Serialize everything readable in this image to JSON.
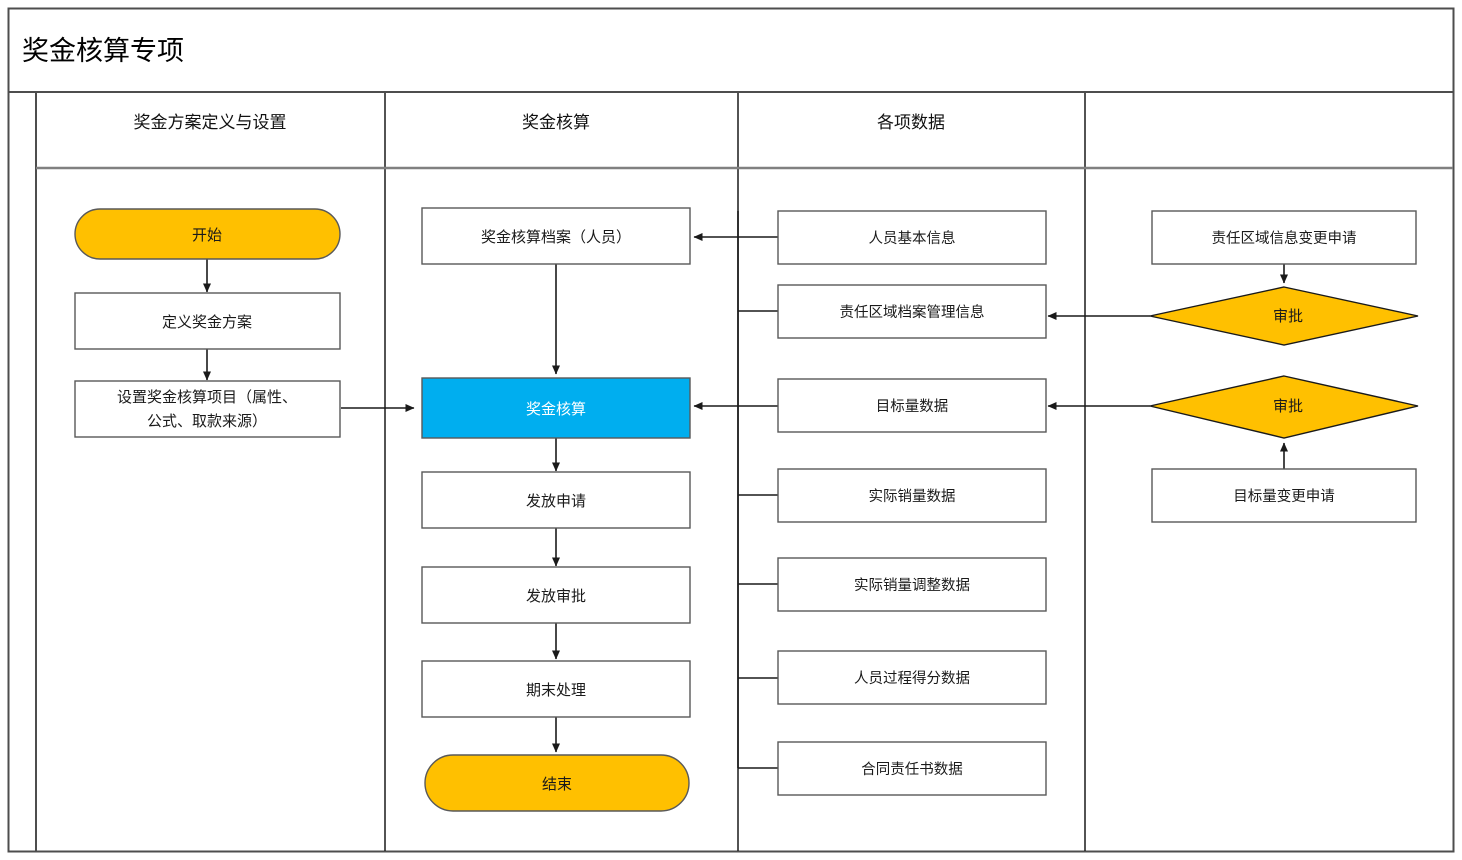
{
  "diagram": {
    "type": "flowchart",
    "title": "奖金核算专项",
    "orientation": "swimlane-vertical-columns",
    "colors": {
      "orange": "#FFC000",
      "blue": "#00AEEF",
      "node_border": "#595959",
      "frame_border": "#4d4d4d",
      "connector": "#262626",
      "text": "#1a1a1a",
      "text_on_blue": "#ffffff",
      "background": "#ffffff"
    },
    "lanes": [
      {
        "id": "lane1",
        "label": "奖金方案定义与设置"
      },
      {
        "id": "lane2",
        "label": "奖金核算"
      },
      {
        "id": "lane3",
        "label": "各项数据"
      },
      {
        "id": "lane4",
        "label": ""
      }
    ],
    "nodes": [
      {
        "id": "n_start",
        "lane": "lane1",
        "label": "开始",
        "shape": "stadium",
        "fill": "orange"
      },
      {
        "id": "n_define",
        "lane": "lane1",
        "label": "定义奖金方案",
        "shape": "rect",
        "fill": "white"
      },
      {
        "id": "n_setup_l1",
        "lane": "lane1",
        "label": "设置奖金核算项目（属性、",
        "shape": "rect",
        "fill": "white"
      },
      {
        "id": "n_setup_l2",
        "lane": "lane1",
        "label": "公式、取款来源）",
        "shape": "rect-line2",
        "fill": "white"
      },
      {
        "id": "n_archive",
        "lane": "lane2",
        "label": "奖金核算档案（人员）",
        "shape": "rect",
        "fill": "white"
      },
      {
        "id": "n_calc",
        "lane": "lane2",
        "label": "奖金核算",
        "shape": "rect",
        "fill": "blue"
      },
      {
        "id": "n_apply",
        "lane": "lane2",
        "label": "发放申请",
        "shape": "rect",
        "fill": "white"
      },
      {
        "id": "n_approve_pay",
        "lane": "lane2",
        "label": "发放审批",
        "shape": "rect",
        "fill": "white"
      },
      {
        "id": "n_period_end",
        "lane": "lane2",
        "label": "期末处理",
        "shape": "rect",
        "fill": "white"
      },
      {
        "id": "n_end",
        "lane": "lane2",
        "label": "结束",
        "shape": "stadium",
        "fill": "orange"
      },
      {
        "id": "n_person_info",
        "lane": "lane3",
        "label": "人员基本信息",
        "shape": "rect",
        "fill": "white"
      },
      {
        "id": "n_region_arch",
        "lane": "lane3",
        "label": "责任区域档案管理信息",
        "shape": "rect",
        "fill": "white"
      },
      {
        "id": "n_target_data",
        "lane": "lane3",
        "label": "目标量数据",
        "shape": "rect",
        "fill": "white"
      },
      {
        "id": "n_actual_sales",
        "lane": "lane3",
        "label": "实际销量数据",
        "shape": "rect",
        "fill": "white"
      },
      {
        "id": "n_sales_adjust",
        "lane": "lane3",
        "label": "实际销量调整数据",
        "shape": "rect",
        "fill": "white"
      },
      {
        "id": "n_process_score",
        "lane": "lane3",
        "label": "人员过程得分数据",
        "shape": "rect",
        "fill": "white"
      },
      {
        "id": "n_contract",
        "lane": "lane3",
        "label": "合同责任书数据",
        "shape": "rect",
        "fill": "white"
      },
      {
        "id": "n_region_chg",
        "lane": "lane4",
        "label": "责任区域信息变更申请",
        "shape": "rect",
        "fill": "white"
      },
      {
        "id": "n_approve_1",
        "lane": "lane4",
        "label": "审批",
        "shape": "diamond",
        "fill": "orange"
      },
      {
        "id": "n_approve_2",
        "lane": "lane4",
        "label": "审批",
        "shape": "diamond",
        "fill": "orange"
      },
      {
        "id": "n_target_chg",
        "lane": "lane4",
        "label": "目标量变更申请",
        "shape": "rect",
        "fill": "white"
      }
    ],
    "edges": [
      {
        "from": "n_start",
        "to": "n_define",
        "arrow": true
      },
      {
        "from": "n_define",
        "to": "n_setup_l1",
        "arrow": true
      },
      {
        "from": "n_setup_l1",
        "to": "n_calc",
        "arrow": true
      },
      {
        "from": "n_archive",
        "to": "n_calc",
        "arrow": true
      },
      {
        "from": "n_calc",
        "to": "n_apply",
        "arrow": true
      },
      {
        "from": "n_apply",
        "to": "n_approve_pay",
        "arrow": true
      },
      {
        "from": "n_approve_pay",
        "to": "n_period_end",
        "arrow": true
      },
      {
        "from": "n_period_end",
        "to": "n_end",
        "arrow": true
      },
      {
        "from": "n_person_info",
        "to": "n_archive",
        "arrow": true
      },
      {
        "from": "n_target_data",
        "to": "n_calc",
        "arrow": true
      },
      {
        "from": "n_region_chg",
        "to": "n_approve_1",
        "arrow": true
      },
      {
        "from": "n_approve_1",
        "to": "n_region_arch",
        "arrow": true
      },
      {
        "from": "n_target_chg",
        "to": "n_approve_2",
        "arrow": true
      },
      {
        "from": "n_approve_2",
        "to": "n_target_data",
        "arrow": true
      },
      {
        "from": "n_region_arch",
        "to": "lane2-rail",
        "arrow": false
      },
      {
        "from": "n_actual_sales",
        "to": "lane2-rail",
        "arrow": false
      },
      {
        "from": "n_sales_adjust",
        "to": "lane2-rail",
        "arrow": false
      },
      {
        "from": "n_process_score",
        "to": "lane2-rail",
        "arrow": false
      },
      {
        "from": "n_contract",
        "to": "lane2-rail",
        "arrow": false
      }
    ]
  }
}
